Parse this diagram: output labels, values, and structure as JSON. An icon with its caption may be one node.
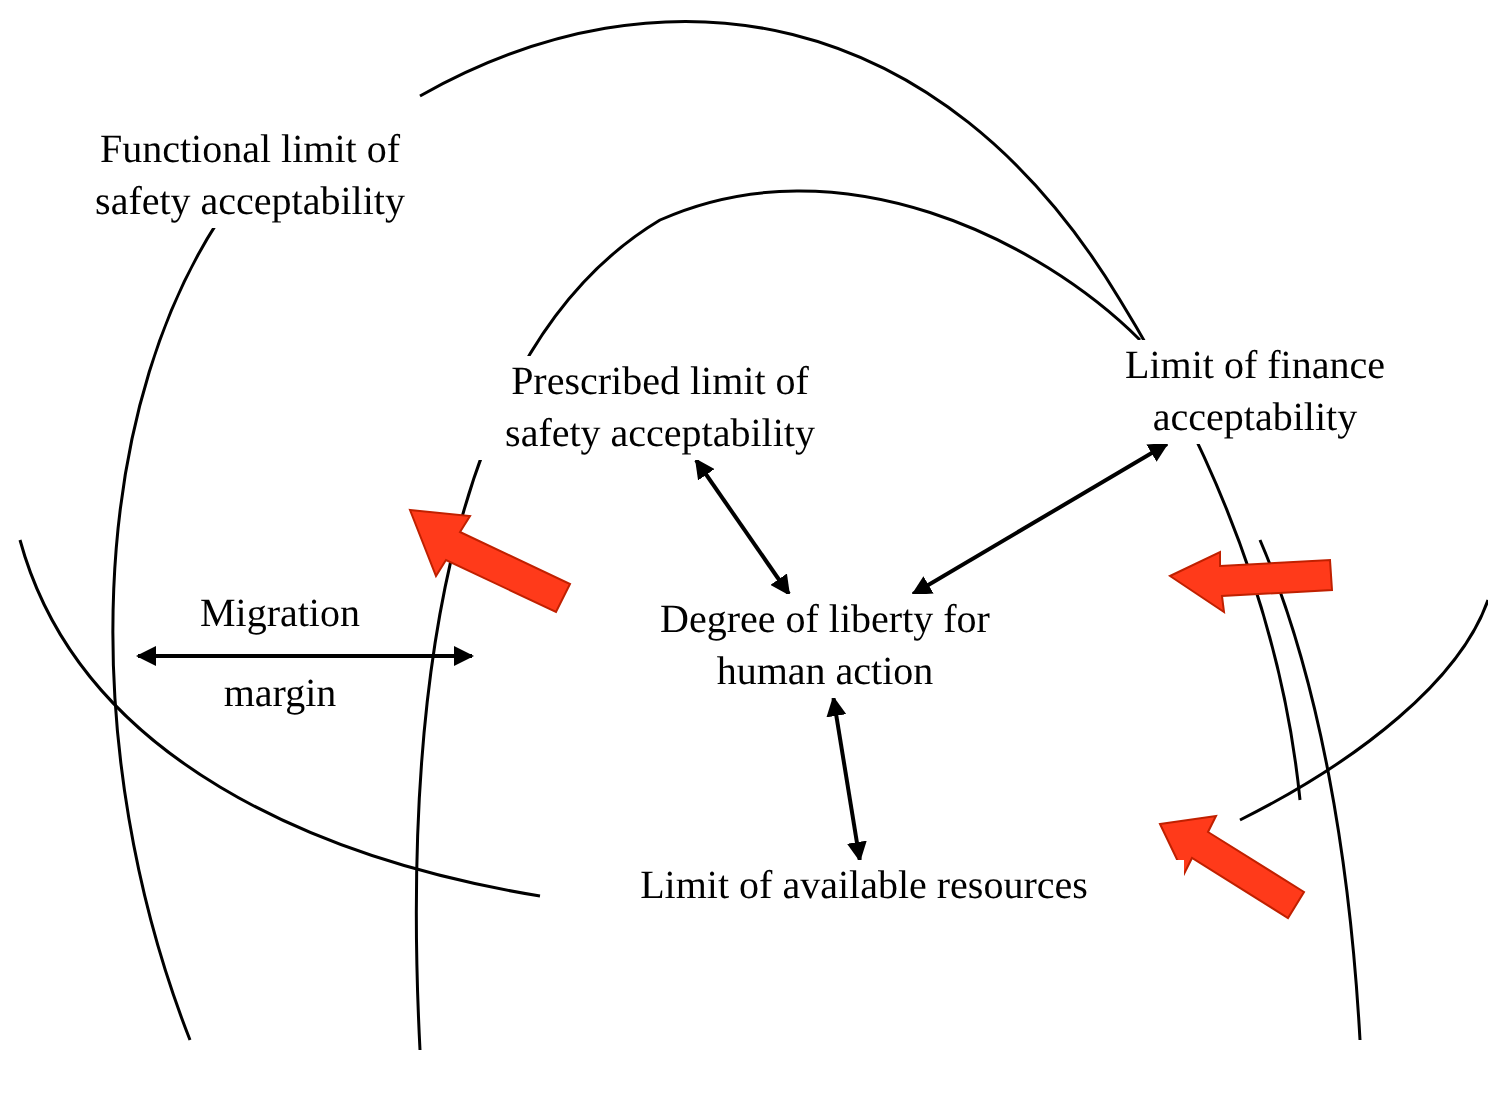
{
  "diagram": {
    "nodes": [
      {
        "text": [
          "Functional limit of safety acceptability"
        ]
      },
      {
        "text": [
          "Prescribed limit of safety acceptability"
        ]
      },
      {
        "text": [
          "Limit of finance acceptability"
        ]
      },
      {
        "text": [
          "Degree of liberty for human action"
        ]
      },
      {
        "text": [
          "Limit of available resources"
        ]
      }
    ],
    "edges": [
      {
        "from": 1,
        "to": 3,
        "arrow": "both"
      },
      {
        "from": 2,
        "to": 3,
        "arrow": "both"
      },
      {
        "from": 3,
        "to": 4,
        "arrow": "both"
      }
    ],
    "labels": [
      "Migration margin"
    ]
  }
}
